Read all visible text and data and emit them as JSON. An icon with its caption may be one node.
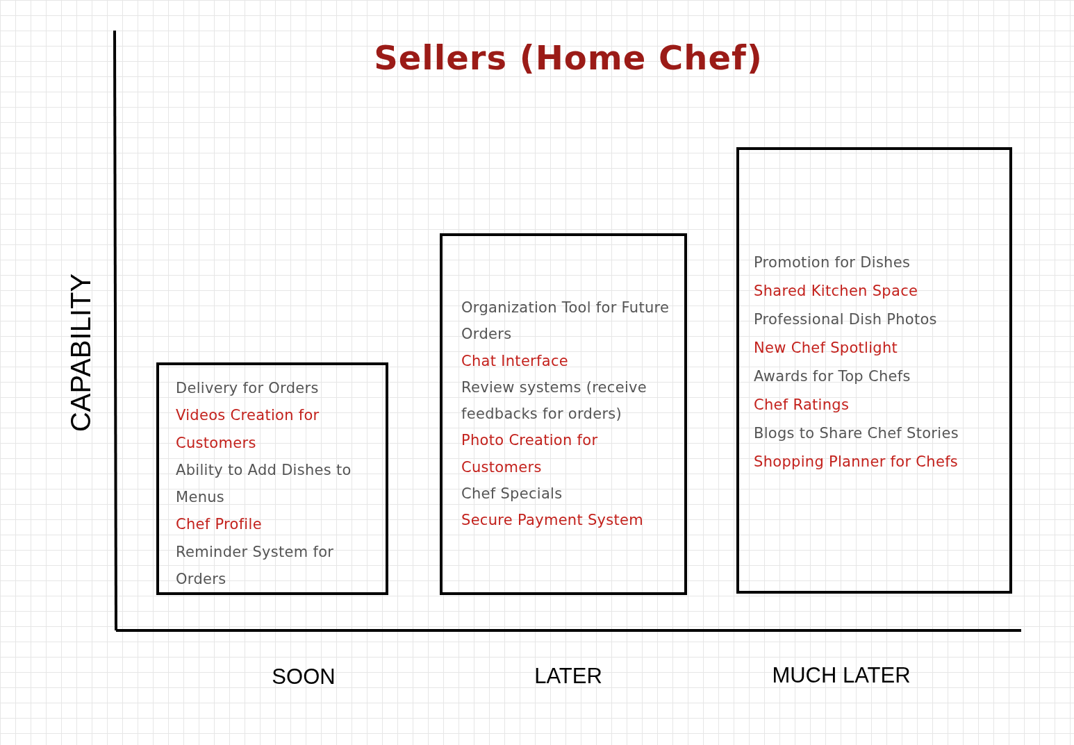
{
  "diagram": {
    "title": "Sellers (Home Chef)",
    "nodes": [
      {
        "text": [
          "Delivery for Orders",
          "Videos Creation for Customers",
          "Ability to Add Dishes to Menus",
          "Chef Profile",
          "Reminder System for Orders"
        ]
      },
      {
        "text": [
          "Organization Tool for Future Orders",
          "Chat Interface",
          "Review systems (receive feedbacks for orders)",
          "Photo Creation for Customers",
          "Chef Specials",
          "Secure Payment System"
        ]
      },
      {
        "text": [
          "Promotion for Dishes",
          "Shared Kitchen Space",
          "Professional Dish Photos",
          "New Chef Spotlight",
          "Awards for Top Chefs",
          "Chef Ratings",
          "Blogs to Share Chef Stories",
          "Shopping Planner for Chefs"
        ]
      }
    ],
    "labels": [
      "CAPABILITY",
      "SOON",
      "LATER",
      "MUCH LATER"
    ]
  }
}
